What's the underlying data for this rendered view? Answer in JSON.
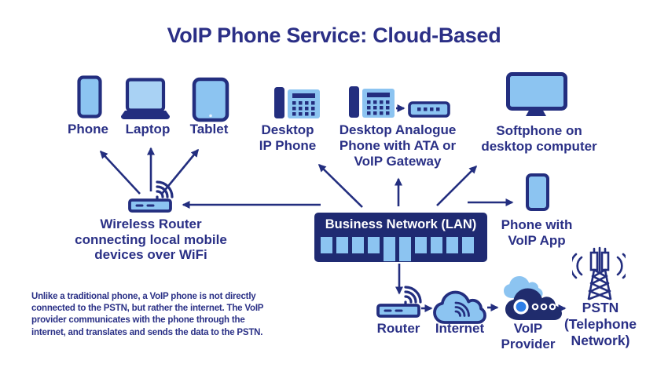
{
  "title": "VoIP Phone Service: Cloud-Based",
  "top_devices": {
    "phone": "Phone",
    "laptop": "Laptop",
    "tablet": "Tablet"
  },
  "ip_phone_label": [
    "Desktop",
    "IP Phone"
  ],
  "analogue_label": [
    "Desktop Analogue",
    "Phone with ATA or",
    "VoIP Gateway"
  ],
  "softphone_label": [
    "Softphone on",
    "desktop computer"
  ],
  "wireless_router_label": [
    "Wireless Router",
    "connecting local mobile",
    "devices over WiFi"
  ],
  "lan_label": "Business Network (LAN)",
  "voip_app_label": [
    "Phone with",
    "VoIP App"
  ],
  "note": [
    "Unlike a traditional phone, a VoIP phone is not directly",
    "connected to the PSTN, but rather the internet. The VoIP",
    "provider communicates with the phone through the",
    "internet, and translates and sends the data to the PSTN."
  ],
  "chain": {
    "router": "Router",
    "internet": "Internet",
    "provider": [
      "VoIP",
      "Provider"
    ],
    "pstn": [
      "PSTN",
      "(Telephone",
      "Network)"
    ]
  },
  "colors": {
    "navy_outline": "#232e7f",
    "text_navy": "#2a3086",
    "light_blue": "#8cc4f1",
    "laptop_screen_blue": "#a9d2f4",
    "lan_box_navy": "#1f2a72",
    "provider_cloud_navy": "#202c6d",
    "bright_blue": "#2e7fe8",
    "background": "#ffffff"
  },
  "icons": {
    "smartphone-icon": "rounded-rect outline",
    "laptop-icon": "screen + trapezoid base",
    "tablet-icon": "rounded-rect + home dot",
    "desk-phone-icon": "handset bar + keypad grid",
    "ata-adapter-icon": "small box with 4 ports",
    "monitor-icon": "screen + stand",
    "wifi-router-icon": "box with dashes + wifi arcs",
    "cloud-icon": "cloud outline with wifi arcs",
    "voip-provider-icon": "double cloud with ring and dots",
    "radio-tower-icon": "lattice mast with waves"
  }
}
